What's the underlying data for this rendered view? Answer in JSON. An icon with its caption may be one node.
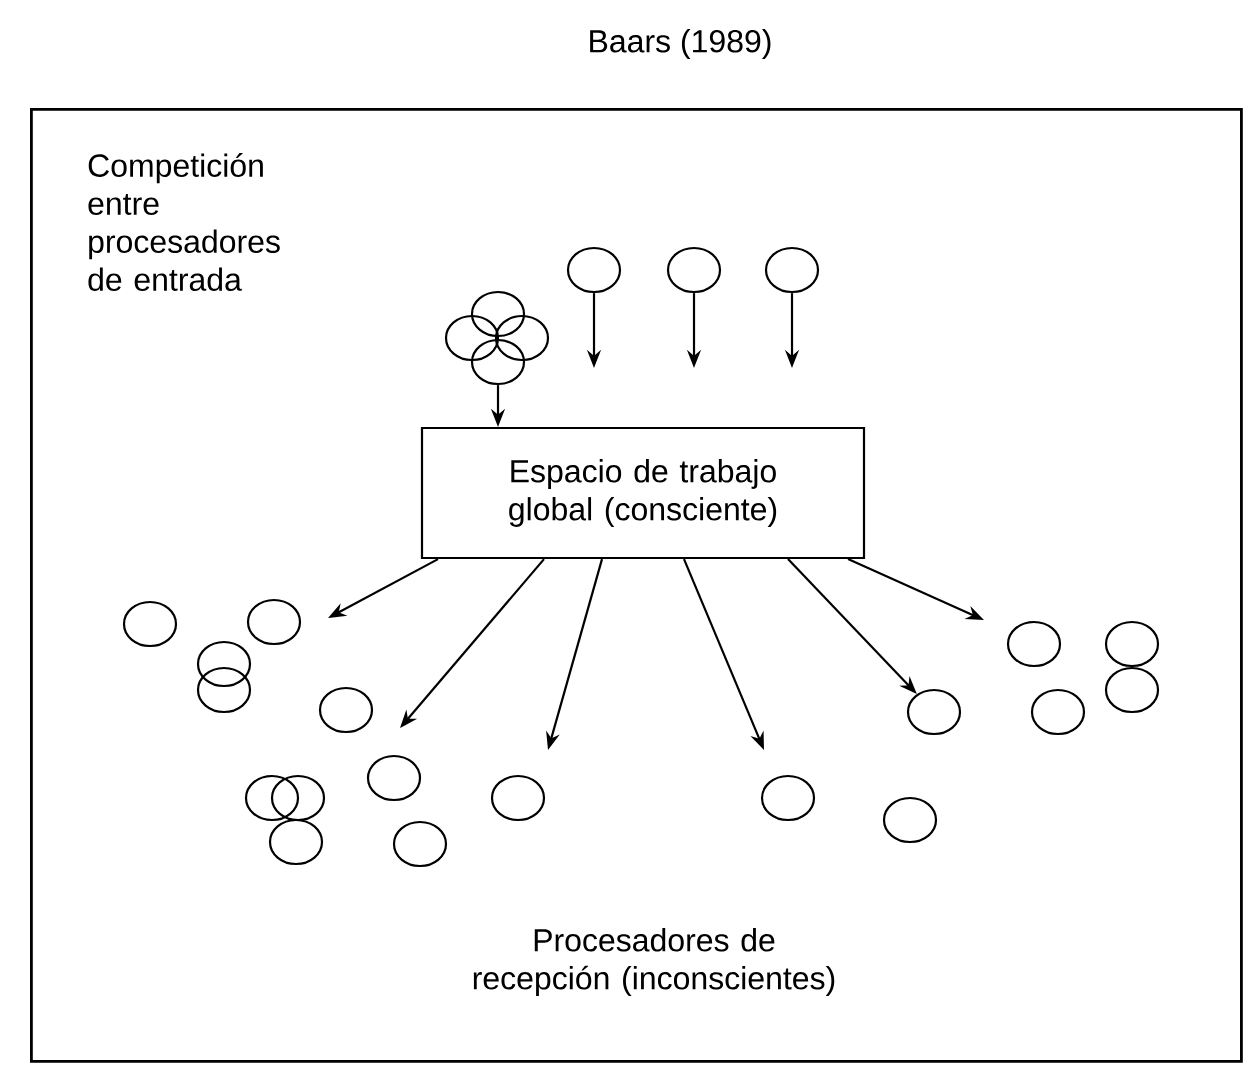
{
  "diagram": {
    "title": "Baars (1989)",
    "nodes": [
      {
        "text": [
          "Competición entre procesadores de entrada",
          "Procesadores de recepción (inconscientes)"
        ]
      },
      {
        "text": [
          "Espacio de trabajo global (consciente)"
        ],
        "in": 0
      },
      {
        "text": [],
        "shape": "circle",
        "in": 0
      },
      {
        "text": [],
        "shape": "circle",
        "in": 0
      },
      {
        "text": [],
        "shape": "circle",
        "in": 0
      },
      {
        "text": [],
        "shape": "circle",
        "in": 0
      },
      {
        "text": [],
        "shape": "circle",
        "in": 0
      },
      {
        "text": [],
        "shape": "circle",
        "in": 0
      },
      {
        "text": [],
        "shape": "circle",
        "in": 0
      },
      {
        "text": [],
        "shape": "circle",
        "in": 0
      },
      {
        "text": [],
        "shape": "circle",
        "in": 0
      },
      {
        "text": [],
        "shape": "circle",
        "in": 0
      },
      {
        "text": [],
        "shape": "circle",
        "in": 0
      },
      {
        "text": [],
        "shape": "circle",
        "in": 0
      },
      {
        "text": [],
        "shape": "circle",
        "in": 0
      },
      {
        "text": [],
        "shape": "circle",
        "in": 0
      },
      {
        "text": [],
        "shape": "circle",
        "in": 0
      },
      {
        "text": [],
        "shape": "circle",
        "in": 0
      },
      {
        "text": [],
        "shape": "circle",
        "in": 0
      },
      {
        "text": [],
        "shape": "circle",
        "in": 0
      },
      {
        "text": [],
        "shape": "circle",
        "in": 0
      },
      {
        "text": [],
        "shape": "circle",
        "in": 0
      },
      {
        "text": [],
        "shape": "circle",
        "in": 0
      },
      {
        "text": [],
        "shape": "circle",
        "in": 0
      },
      {
        "text": [],
        "shape": "circle",
        "in": 0
      },
      {
        "text": [],
        "shape": "circle",
        "in": 0
      },
      {
        "text": [],
        "shape": "circle",
        "in": 0
      }
    ],
    "edges": [
      {
        "from": 5,
        "to": 1,
        "arrow": "to"
      },
      {
        "from": 6,
        "to": null,
        "arrow": "to"
      },
      {
        "from": 7,
        "to": null,
        "arrow": "to"
      },
      {
        "from": 8,
        "to": null,
        "arrow": "to"
      },
      {
        "from": 1,
        "to": null,
        "arrow": "to"
      },
      {
        "from": 1,
        "to": null,
        "arrow": "to"
      },
      {
        "from": 1,
        "to": null,
        "arrow": "to"
      },
      {
        "from": 1,
        "to": null,
        "arrow": "to"
      },
      {
        "from": 1,
        "to": 17,
        "arrow": "to"
      },
      {
        "from": 1,
        "to": null,
        "arrow": "to"
      }
    ]
  }
}
